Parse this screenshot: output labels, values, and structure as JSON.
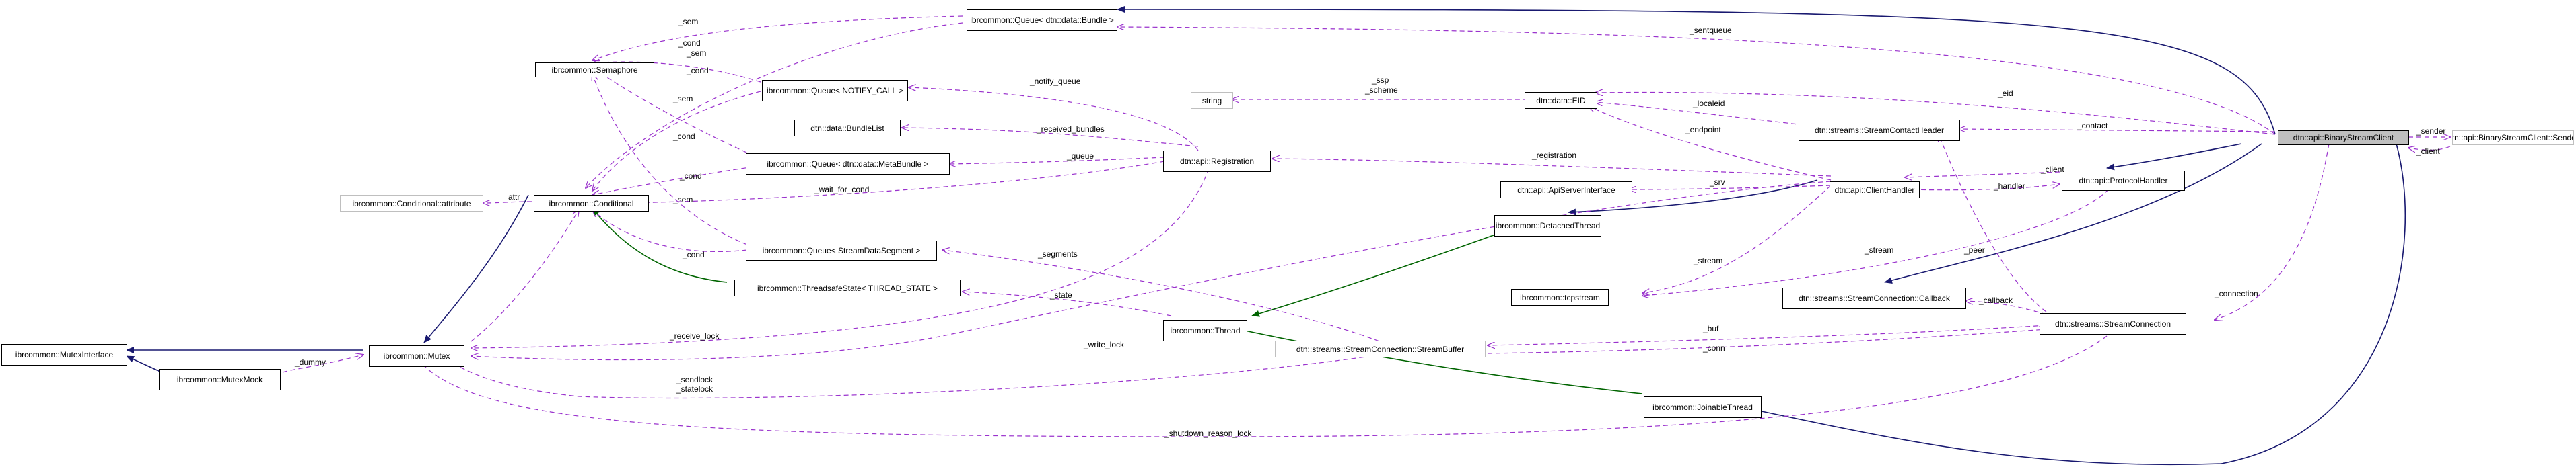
{
  "diagram": {
    "nodes": [
      {
        "id": "bsc",
        "label": "dtn::api::BinaryStreamClient"
      },
      {
        "id": "sender",
        "label": "dtn::api::BinaryStreamClient::Sender"
      },
      {
        "id": "qbundle",
        "label": "ibrcommon::Queue< dtn::data::Bundle >"
      },
      {
        "id": "sem",
        "label": "ibrcommon::Semaphore"
      },
      {
        "id": "qnotify",
        "label": "ibrcommon::Queue< NOTIFY_CALL >"
      },
      {
        "id": "string",
        "label": "string"
      },
      {
        "id": "eid",
        "label": "dtn::data::EID"
      },
      {
        "id": "bundlelist",
        "label": "dtn::data::BundleList"
      },
      {
        "id": "sch",
        "label": "dtn::streams::StreamContactHeader"
      },
      {
        "id": "qmeta",
        "label": "ibrcommon::Queue< dtn::data::MetaBundle >"
      },
      {
        "id": "reg",
        "label": "dtn::api::Registration"
      },
      {
        "id": "ph",
        "label": "dtn::api::ProtocolHandler"
      },
      {
        "id": "condattr",
        "label": "ibrcommon::Conditional::attribute"
      },
      {
        "id": "cond",
        "label": "ibrcommon::Conditional"
      },
      {
        "id": "asi",
        "label": "dtn::api::ApiServerInterface"
      },
      {
        "id": "ch",
        "label": "dtn::api::ClientHandler"
      },
      {
        "id": "qsds",
        "label": "ibrcommon::Queue< StreamDataSegment >"
      },
      {
        "id": "dthread",
        "label": "ibrcommon::DetachedThread"
      },
      {
        "id": "tss",
        "label": "ibrcommon::ThreadsafeState< THREAD_STATE >"
      },
      {
        "id": "tcp",
        "label": "ibrcommon::tcpstream"
      },
      {
        "id": "scc",
        "label": "dtn::streams::StreamConnection::Callback"
      },
      {
        "id": "sc",
        "label": "dtn::streams::StreamConnection"
      },
      {
        "id": "thread",
        "label": "ibrcommon::Thread"
      },
      {
        "id": "mutexif",
        "label": "ibrcommon::MutexInterface"
      },
      {
        "id": "mutex",
        "label": "ibrcommon::Mutex"
      },
      {
        "id": "sbuf",
        "label": "dtn::streams::StreamConnection::StreamBuffer"
      },
      {
        "id": "mmock",
        "label": "ibrcommon::MutexMock"
      },
      {
        "id": "jthread",
        "label": "ibrcommon::JoinableThread"
      }
    ],
    "edge_labels": [
      {
        "id": "sem1",
        "text": "_sem"
      },
      {
        "id": "sentqueue",
        "text": "_sentqueue"
      },
      {
        "id": "cond1",
        "text": "_cond"
      },
      {
        "id": "sem2",
        "text": "_sem"
      },
      {
        "id": "cond2",
        "text": "_cond"
      },
      {
        "id": "notify",
        "text": "_notify_queue"
      },
      {
        "id": "ssp",
        "text": "_ssp"
      },
      {
        "id": "scheme",
        "text": "_scheme"
      },
      {
        "id": "eidl",
        "text": "_eid"
      },
      {
        "id": "sem3",
        "text": "_sem"
      },
      {
        "id": "localeid",
        "text": "_localeid"
      },
      {
        "id": "contact",
        "text": "_contact"
      },
      {
        "id": "sender",
        "text": "_sender"
      },
      {
        "id": "client1",
        "text": "_client"
      },
      {
        "id": "cond3",
        "text": "_cond"
      },
      {
        "id": "received",
        "text": "_received_bundles"
      },
      {
        "id": "endpoint",
        "text": "_endpoint"
      },
      {
        "id": "cond4",
        "text": "_cond"
      },
      {
        "id": "queue",
        "text": "_queue"
      },
      {
        "id": "registration",
        "text": "_registration"
      },
      {
        "id": "client2",
        "text": "_client"
      },
      {
        "id": "wait",
        "text": "_wait_for_cond"
      },
      {
        "id": "handler",
        "text": "_handler"
      },
      {
        "id": "attr",
        "text": "attr"
      },
      {
        "id": "sem4",
        "text": "_sem"
      },
      {
        "id": "srv",
        "text": "_srv"
      },
      {
        "id": "cond5",
        "text": "_cond"
      },
      {
        "id": "segments",
        "text": "_segments"
      },
      {
        "id": "peer",
        "text": "_peer"
      },
      {
        "id": "stream1",
        "text": "_stream"
      },
      {
        "id": "stream2",
        "text": "_stream"
      },
      {
        "id": "connection",
        "text": "_connection"
      },
      {
        "id": "state",
        "text": "_state"
      },
      {
        "id": "callback",
        "text": "_callback"
      },
      {
        "id": "receive",
        "text": "_receive_lock"
      },
      {
        "id": "dummy",
        "text": "_dummy"
      },
      {
        "id": "write",
        "text": "_write_lock"
      },
      {
        "id": "buf",
        "text": "_buf"
      },
      {
        "id": "conn",
        "text": "_conn"
      },
      {
        "id": "sendlock",
        "text": "_sendlock"
      },
      {
        "id": "statelock",
        "text": "_statelock"
      },
      {
        "id": "shutdown",
        "text": "_shutdown_reason_lock"
      }
    ],
    "colors": {
      "inheritance": "#191970",
      "protected_inheritance": "#006400",
      "usage": "#9a32cd",
      "node_border": "#000000",
      "node_border_external": "#bfbfbf",
      "focus_fill": "#bfbfbf"
    }
  }
}
